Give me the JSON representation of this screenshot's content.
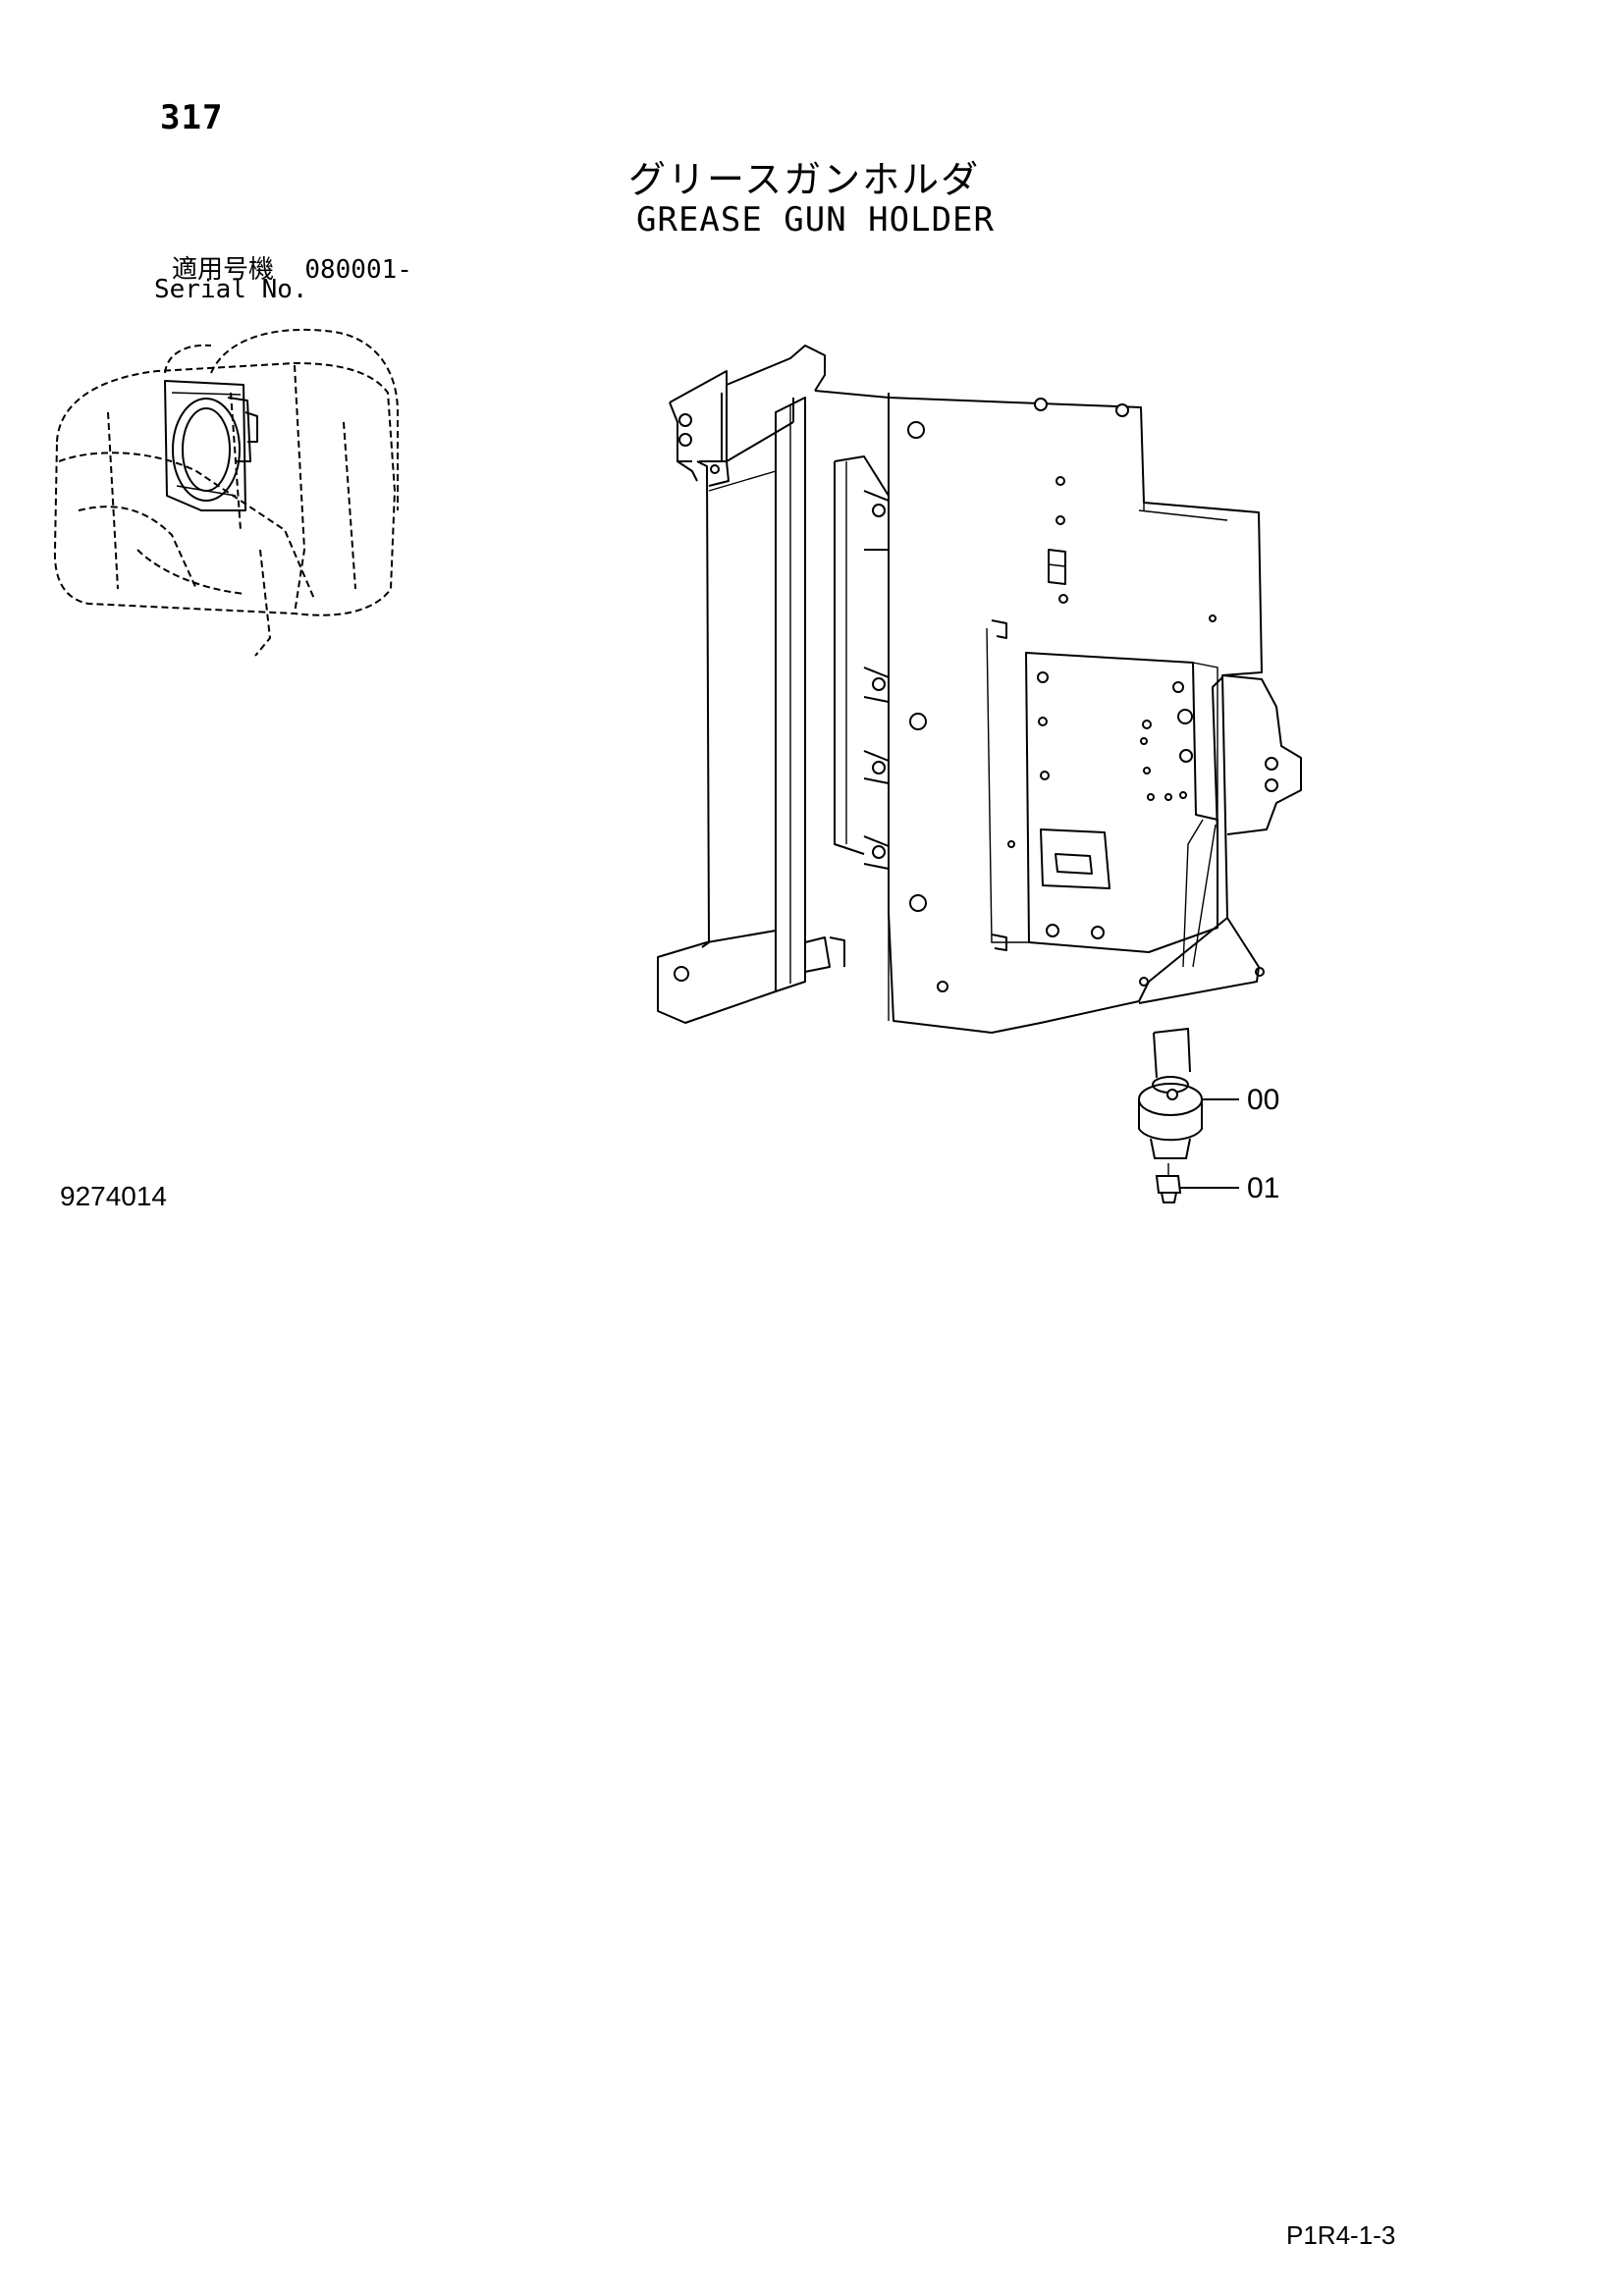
{
  "header": {
    "page_number": "317",
    "title_jp": "グリースガンホルダ",
    "title_en": "GREASE GUN HOLDER"
  },
  "serial": {
    "label_jp": "適用号機",
    "value": "080001-",
    "label_en": "Serial No."
  },
  "drawing_number": "9274014",
  "callouts": [
    {
      "label": "00"
    },
    {
      "label": "01"
    }
  ],
  "footer": {
    "code": "P1R4-1-3"
  }
}
